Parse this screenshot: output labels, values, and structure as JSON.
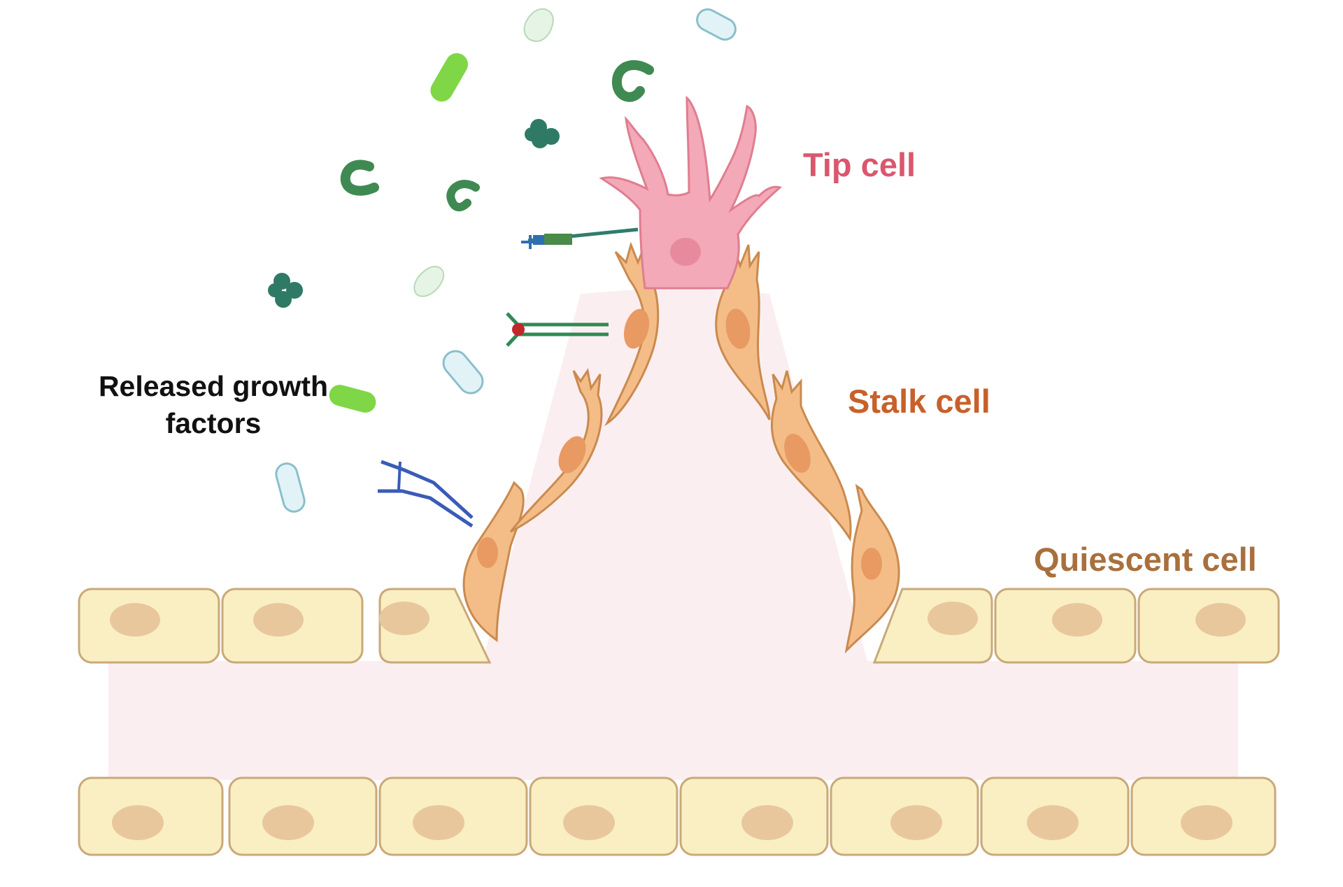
{
  "labels": {
    "tip_cell": "Tip cell",
    "stalk_cell": "Stalk cell",
    "quiescent_cell": "Quiescent cell",
    "released_growth_factors": "Released growth factors"
  },
  "colors": {
    "tip_cell": "#f3a9b7",
    "tip_cell_label": "#d9576e",
    "stalk_cell": "#f4bd87",
    "stalk_cell_label": "#c8602a",
    "quiescent_cell": "#f9efc2",
    "quiescent_cell_label": "#a8703d",
    "quiescent_nucleus": "#e9c79c",
    "lumen": "#fbeef0",
    "released_label": "#111111"
  },
  "icons": [
    "rod-growth-factor-icon",
    "c-shaped-growth-factor-icon",
    "clover-growth-factor-icon",
    "receptor-icon",
    "antibody-icon",
    "ligand-icon"
  ]
}
